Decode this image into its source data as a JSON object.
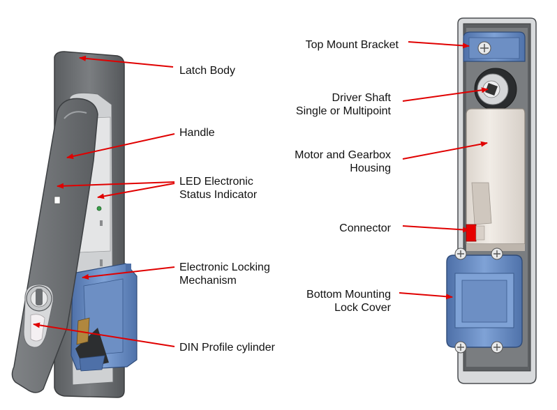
{
  "labels": {
    "latch_body": [
      "Latch Body"
    ],
    "handle": [
      "Handle"
    ],
    "led_indicator": [
      "LED Electronic",
      "Status Indicator"
    ],
    "locking_mechanism": [
      "Electronic Locking",
      "Mechanism"
    ],
    "din_cylinder": [
      "DIN Profile cylinder"
    ],
    "top_bracket": [
      "Top Mount Bracket"
    ],
    "driver_shaft": [
      "Driver Shaft",
      "Single or Multipoint"
    ],
    "motor_housing": [
      "Motor and Gearbox",
      "Housing"
    ],
    "connector": [
      "Connector"
    ],
    "bottom_cover": [
      "Bottom Mounting",
      "Lock Cover"
    ]
  },
  "colors": {
    "arrow": "#e00000",
    "latch_gray": "#6f7275",
    "dark_gray": "#3f4245",
    "lock_blue": "#6f93c8",
    "beige": "#ece6df",
    "connector_red": "#e60000"
  }
}
